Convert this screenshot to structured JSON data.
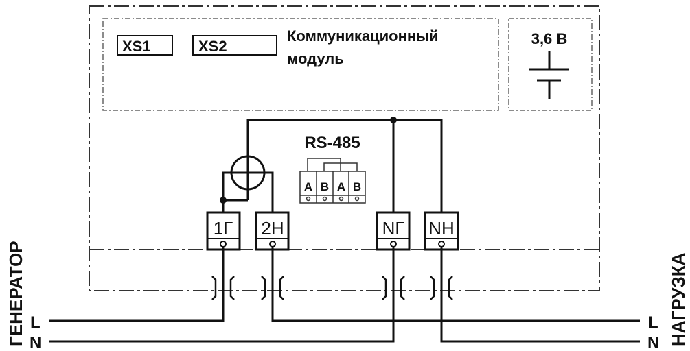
{
  "comm_module": {
    "connectors": [
      "XS1",
      "XS2"
    ],
    "title_line1": "Коммуникационный",
    "title_line2": "модуль"
  },
  "battery": {
    "label": "3,6 В"
  },
  "rs485": {
    "label": "RS-485",
    "terminals": [
      "A",
      "B",
      "A",
      "B"
    ]
  },
  "terminals": [
    "1Г",
    "2Н",
    "NГ",
    "NН"
  ],
  "generator": {
    "label": "ГЕНЕРАТОР",
    "line_l": "L",
    "line_n": "N"
  },
  "load": {
    "label": "НАГРУЗКА",
    "line_l": "L",
    "line_n": "N"
  }
}
